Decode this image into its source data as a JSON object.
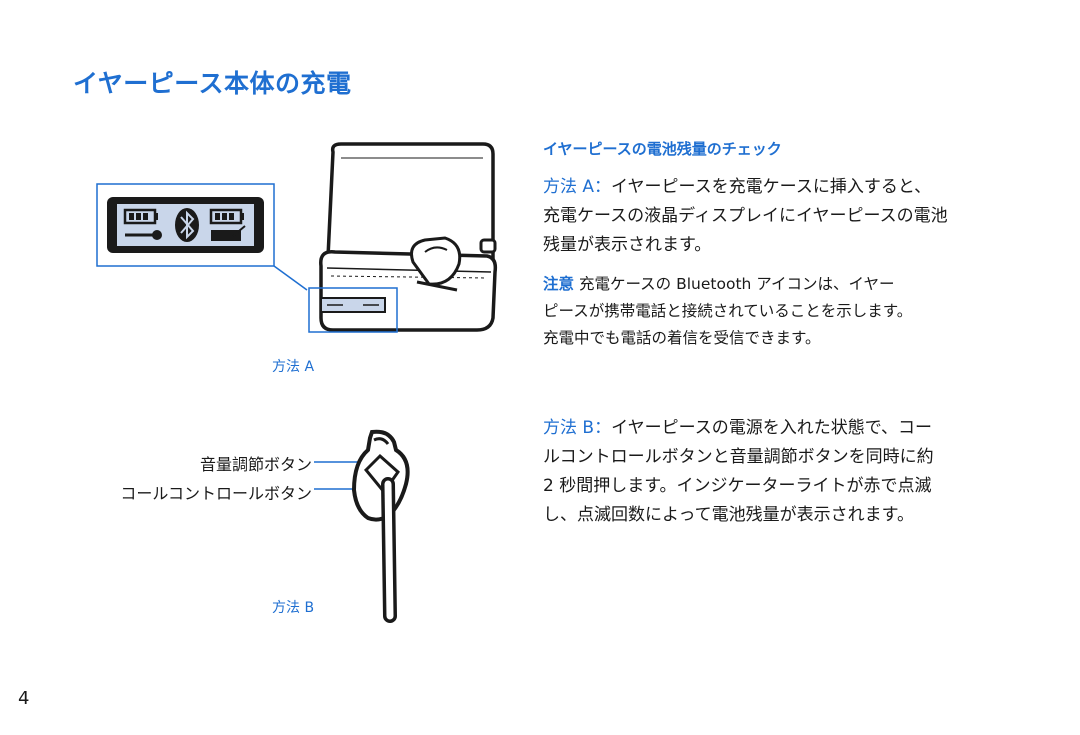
{
  "page_title": "イヤーピース本体の充電",
  "section_heading": "イヤーピースの電池残量のチェック",
  "method_a": {
    "label": "方法 A：",
    "lines": [
      "イヤーピースを充電ケースに挿入すると、",
      "充電ケースの液晶ディスプレイにイヤーピースの電池",
      "残量が表示されます。"
    ]
  },
  "note": {
    "label": "注意",
    "lines": [
      " 充電ケースの Bluetooth アイコンは、イヤー",
      "ピースが携帯電話と接続されていることを示します。",
      "充電中でも電話の着信を受信できます。"
    ]
  },
  "method_b": {
    "label": "方法 B：",
    "lines": [
      "イヤーピースの電源を入れた状態で、コー",
      "ルコントロールボタンと音量調節ボタンを同時に約",
      "2 秒間押します。インジケーターライトが赤で点滅",
      "し、点滅回数によって電池残量が表示されます。"
    ]
  },
  "figure_a": {
    "caption": "方法 A"
  },
  "figure_b": {
    "caption": "方法 B",
    "volume_button_label": "音量調節ボタン",
    "call_button_label": "コールコントロールボタン"
  },
  "page_number": "4",
  "colors": {
    "accent": "#1f6fd1",
    "text": "#1a1a1a",
    "lcd": "#c9d6ea"
  }
}
